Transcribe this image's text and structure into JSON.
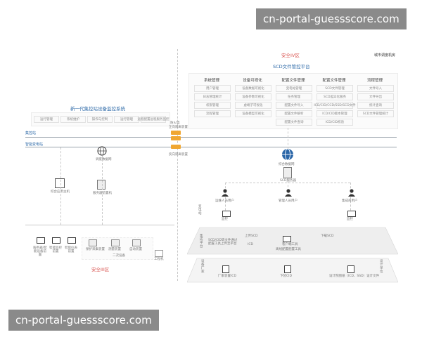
{
  "watermark": {
    "top": "cn-portal-guessscore.com",
    "bottom": "cn-portal-guessscore.com"
  },
  "zones": {
    "safe4": "安全IV区",
    "safe3": "安全III区",
    "city": "城市调度机房"
  },
  "left": {
    "title": "新一代集控站设备监控系统",
    "buttons": [
      "运行管理",
      "系统维护",
      "操作与控制",
      "运行管理",
      "远程配置远程服务监控"
    ],
    "row_labels": {
      "jikong": "集控站",
      "biandian": "智能变电站"
    },
    "network": "调度数据网",
    "server1": "综合应用主机",
    "server2": "服务器前置机",
    "client_labels": [
      "服务器/智能设备前置",
      "智能监控前置",
      "智能仪表前置"
    ],
    "sub_devices": [
      "保护采集装置",
      "测量装置",
      "自动装置"
    ],
    "sub_area": "二次设备",
    "panel_label": "工程机"
  },
  "right": {
    "title": "SCD文件管控平台",
    "columns": [
      {
        "title": "系统管理",
        "items": [
          "用户管理",
          "日志管理统计",
          "权限管理",
          "流程管理"
        ]
      },
      {
        "title": "设备可视化",
        "items": [
          "设备数据可视化",
          "设备参数可视化",
          "虚端子可视化",
          "设备模型可视化"
        ]
      },
      {
        "title": "配置文件管理",
        "items": [
          "变电站管理",
          "任务管理",
          "配置文件导入",
          "配置文件解析",
          "配置文件查询"
        ]
      },
      {
        "title": "配置文件管理",
        "items": [
          "SCD文件管理",
          "SCD差异化服务",
          "ICD/CID/CCD/SSD/SCD文件",
          "ICD/CID版本管理",
          "ICD/CID校验"
        ]
      },
      {
        "title": "流程管理",
        "items": [
          "文件导入",
          "文件导出",
          "统计查询",
          "SCD文件管理统计"
        ]
      }
    ],
    "network": "综合数据网",
    "server": "SCD服务器",
    "users": [
      "运维人员用户",
      "管理人员用户",
      "集成商用户"
    ],
    "role_label": "变电站",
    "pc_labels": [
      "监控",
      "客户端工具",
      "监控"
    ],
    "platform1": {
      "label": "集成平台",
      "tool": "离线配置配置工具",
      "left": "ICD",
      "left2": "上传SCD",
      "right": "下载SCD",
      "note": "SCD/CID等文件通过配置工具上传至平台"
    },
    "platform2": {
      "label": "设备厂家",
      "sublabel": "设计单位",
      "items": [
        "厂家装置ICD",
        "下装CID",
        "设计院图纸（ICD、SSD）设计文件"
      ]
    }
  },
  "mid": {
    "labels": [
      "防火墙",
      "正向隔离装置",
      "反向隔离装置"
    ]
  }
}
